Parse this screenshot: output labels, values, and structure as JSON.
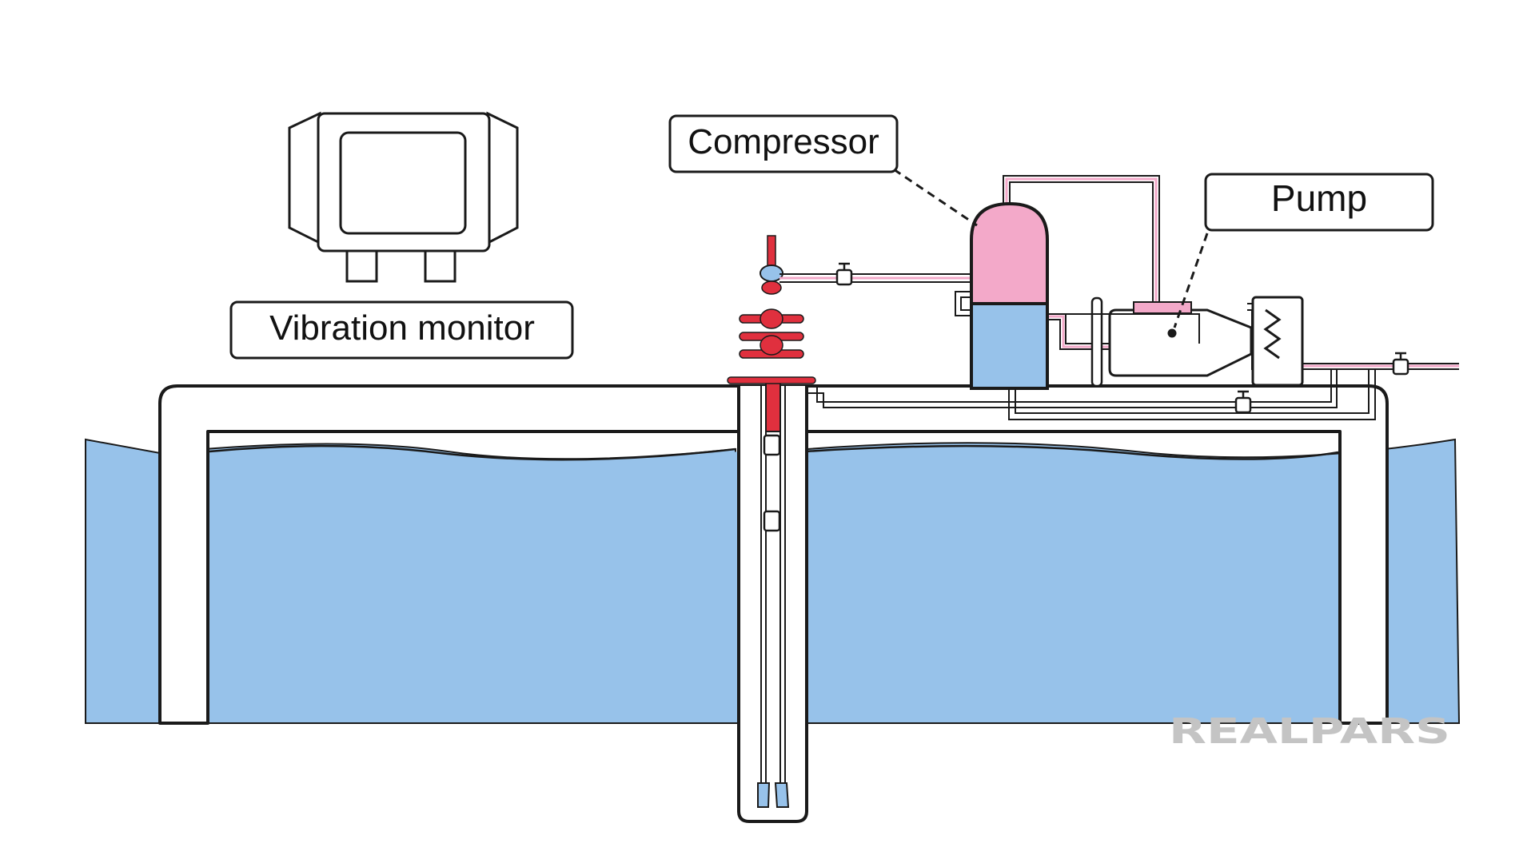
{
  "labels": {
    "vibration_monitor": "Vibration monitor",
    "compressor": "Compressor",
    "pump": "Pump"
  },
  "watermark": "REALPARS",
  "colors": {
    "water": "#97c2ea",
    "compressor_top": "#f3a9c9",
    "compressor_bottom": "#97c2ea",
    "wellhead_red": "#e0303e",
    "outline": "#1a1a1a",
    "watermark": "#c4c4c4"
  }
}
